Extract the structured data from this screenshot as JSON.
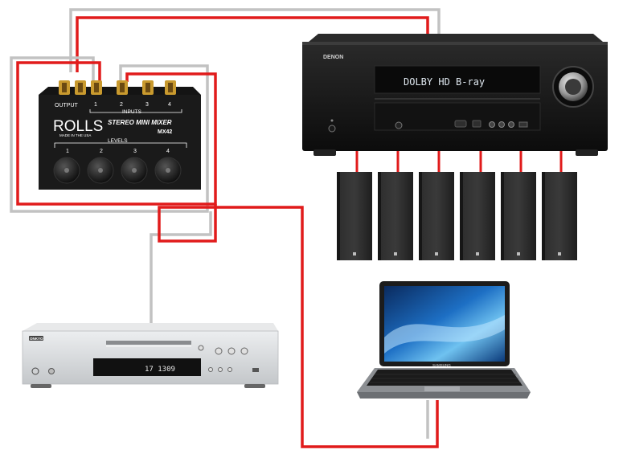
{
  "mixer": {
    "brand": "ROLLS",
    "made_in": "MADE IN THE USA",
    "model_name": "STEREO MINI MIXER",
    "model_number": "MX42",
    "output_label": "OUTPUT",
    "inputs_label": "INPUTS",
    "levels_label": "LEVELS",
    "input_numbers": [
      "1",
      "2",
      "3",
      "4"
    ],
    "level_numbers": [
      "1",
      "2",
      "3",
      "4"
    ]
  },
  "receiver": {
    "brand": "DENON",
    "display_text": "DOLBY HD B-ray"
  },
  "speakers": {
    "count": 6
  },
  "cd_player": {
    "brand": "ONKYO",
    "display_text": "17 1309"
  },
  "laptop": {
    "brand": "SAMSUNG"
  },
  "colors": {
    "cable_red": "#e11b1b",
    "cable_gray": "#c2c2c2",
    "device_black": "#151515",
    "device_silver": "#d4d6d8",
    "gold_jack": "#c99a2e",
    "display_cyan": "#dfe8f0",
    "screen_blue": "#1d6fc4"
  }
}
